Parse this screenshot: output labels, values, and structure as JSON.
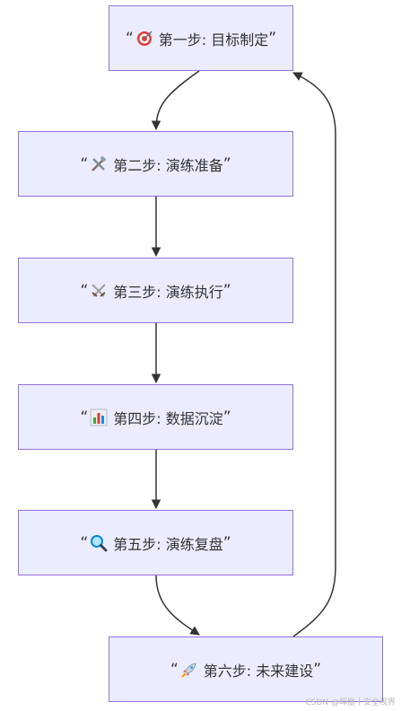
{
  "steps": [
    {
      "id": "n1",
      "icon": "target-icon",
      "label": "第一步: 目标制定"
    },
    {
      "id": "n2",
      "icon": "tools-icon",
      "label": "第二步: 演练准备"
    },
    {
      "id": "n3",
      "icon": "swords-icon",
      "label": "第三步: 演练执行"
    },
    {
      "id": "n4",
      "icon": "bar-chart-icon",
      "label": "第四步: 数据沉淀"
    },
    {
      "id": "n5",
      "icon": "magnifier-icon",
      "label": "第五步: 演练复盘"
    },
    {
      "id": "n6",
      "icon": "rocket-icon",
      "label": "第六步: 未来建设"
    }
  ],
  "quote_open": "“",
  "quote_close": "”",
  "watermark": "CSDN @晖度丨安全视界",
  "colors": {
    "node_fill": "#ececff",
    "node_border": "#9370db",
    "edge": "#333333"
  }
}
